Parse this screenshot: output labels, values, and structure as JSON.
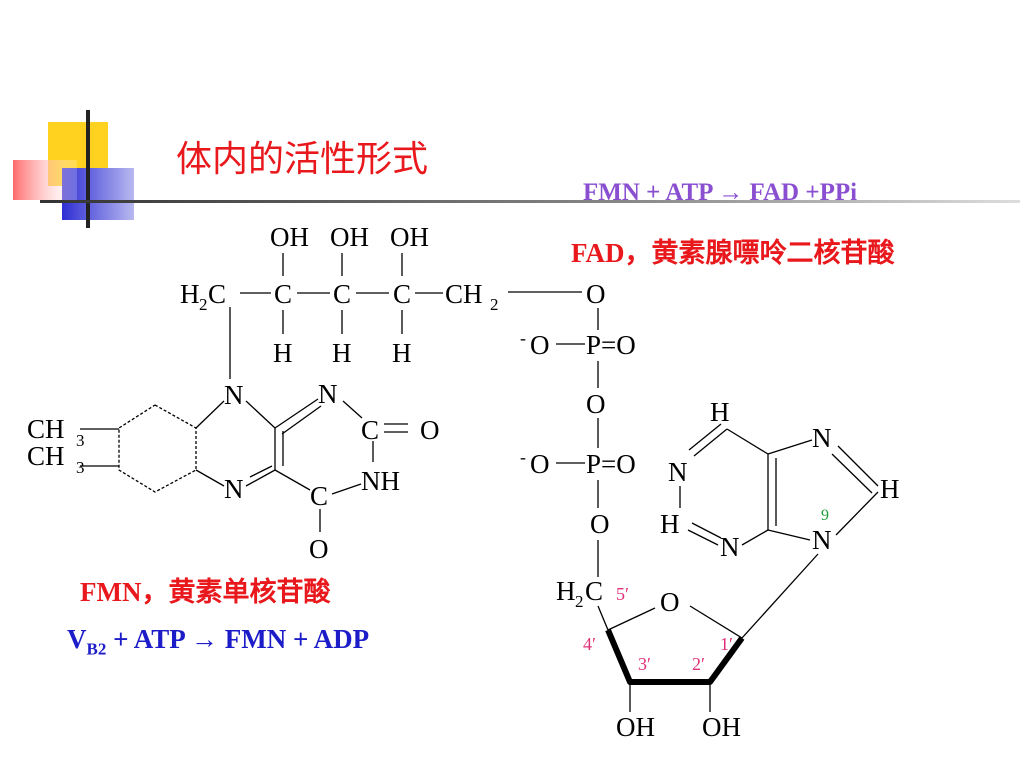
{
  "slide": {
    "title": "体内的活性形式",
    "fmn_ppi_equation": "FMN + ATP → FAD +PPi",
    "fad_label_en": "FAD",
    "fad_label_zh": "，黄素腺嘌呤二核苷酸",
    "fmn_label_en": "FMN",
    "fmn_label_zh": "，黄素单核苷酸",
    "vb2_equation": {
      "v": "V",
      "sub": "B2",
      "rest": " + ATP → FMN + ADP"
    }
  },
  "structure": {
    "oh": "OH",
    "c": "C",
    "h": "H",
    "h2": "H",
    "two": "2",
    "ch": "CH",
    "ch3_a": "CH",
    "ch3_b": "CH",
    "three": "3",
    "n": "N",
    "o": "O",
    "nh": "NH",
    "p": "P=O",
    "minus": "-",
    "num9": "9",
    "p5": "5′",
    "p4": "4′",
    "p3": "3′",
    "p2": "2′",
    "p1": "1′"
  },
  "colors": {
    "title": "#e8181c",
    "fad_equation": "#8a4fd0",
    "label_red": "#e8181c",
    "vb2_blue": "#1c1cc8",
    "prime_pink": "#e0307a",
    "nine_green": "#1f9d3a",
    "deco_yellow": "#ffd21f",
    "deco_blue": "#3a3ad8",
    "deco_red": "#f25a5a"
  }
}
